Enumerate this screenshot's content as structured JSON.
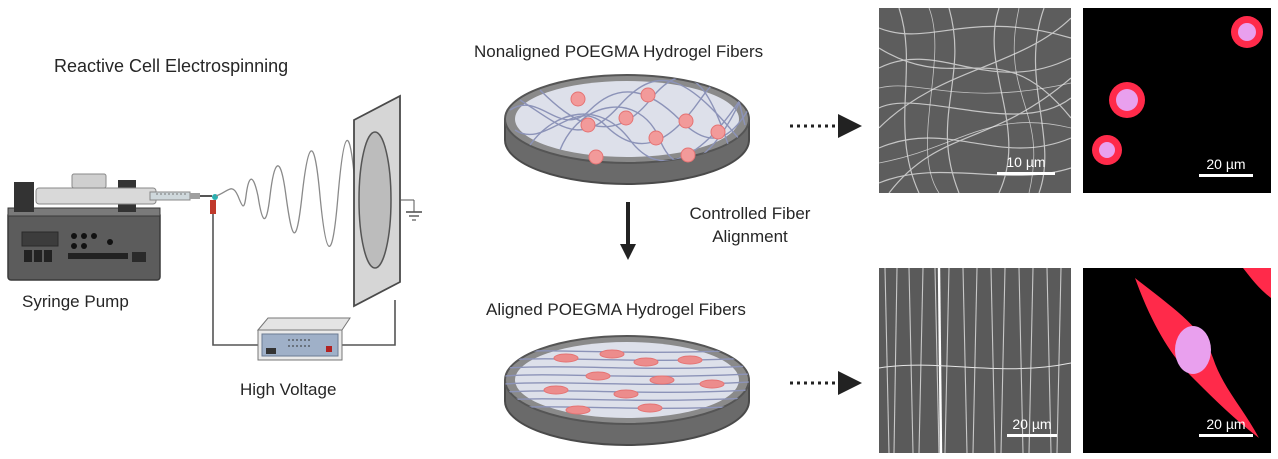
{
  "diagram": {
    "setup_title": "Reactive Cell Electrospinning",
    "pump_label": "Syringe Pump",
    "voltage_label": "High Voltage",
    "nonaligned_title": "Nonaligned POEGMA Hydrogel Fibers",
    "aligned_title": "Aligned POEGMA Hydrogel Fibers",
    "transition_label_line1": "Controlled Fiber",
    "transition_label_line2": "Alignment"
  },
  "micrographs": {
    "sem_nonaligned_scale": "10 µm",
    "fluor_nonaligned_scale": "20 µm",
    "sem_aligned_scale": "20 µm",
    "fluor_aligned_scale": "20 µm"
  },
  "colors": {
    "cell_round": "#f29a9a",
    "cell_spread": "#ec8c8c",
    "fiber": "#8c93b8",
    "dish_rim": "#5f5f5f",
    "device_body": "#5b5b5b",
    "fluor_cell": "#ff2a4a",
    "fluor_nucleus": "#e9a0ee"
  }
}
